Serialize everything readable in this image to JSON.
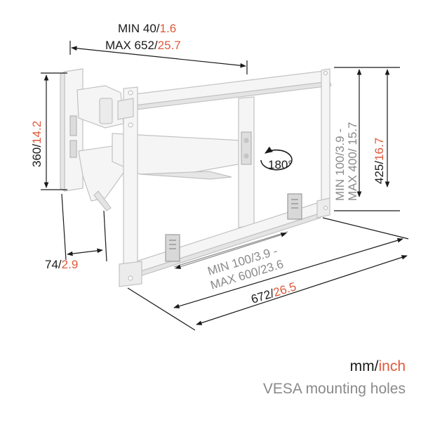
{
  "colors": {
    "accent": "#e0583a",
    "text": "#1a1a1a",
    "grey": "#8a8a8a",
    "frame": "#f4f4f4",
    "frame_stroke": "#c8c8c8",
    "line": "#1a1a1a"
  },
  "dimensions": {
    "depth": {
      "line1": {
        "label": "MIN 40/",
        "value": "1.6"
      },
      "line2": {
        "label": "MAX 652/",
        "value": "25.7"
      }
    },
    "height_left": {
      "label": "360/",
      "value": "14.2"
    },
    "wall_depth": {
      "label": "74/",
      "value": "2.9"
    },
    "vesa_vertical": {
      "line1": "MIN 100/3.9 -",
      "line2": "MAX 400/ 15.7"
    },
    "height_right": {
      "label": "425/",
      "value": "16.7"
    },
    "vesa_horizontal": {
      "line1": "MIN 100/3.9 -",
      "line2": "MAX 600/23.6"
    },
    "width": {
      "label": "672/",
      "value": "26.5"
    },
    "rotation": "180°"
  },
  "legend": {
    "units_mm": "mm/",
    "units_inch": "inch",
    "vesa_label": "VESA mounting holes"
  }
}
